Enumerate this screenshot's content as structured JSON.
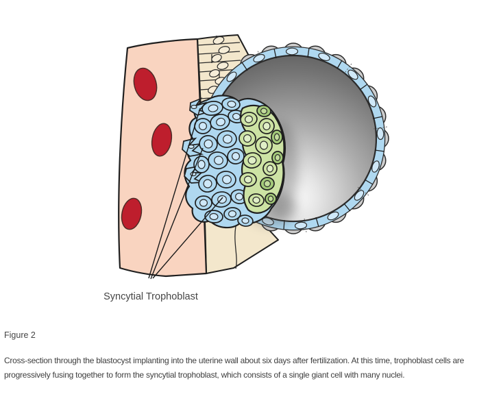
{
  "figure": {
    "diagram_label": "Syncytial Trophoblast",
    "label": "Figure 2",
    "caption": "Cross-section through the blastocyst implanting into the uterine wall about six days after fertilization. At this time, trophoblast cells are progressively fusing together to form the syncytial trophoblast, which consists of a single giant cell with many nuclei."
  },
  "colors": {
    "uterine_wall_pink": "#F9D4C0",
    "blood_vessel_red": "#BE1E2D",
    "epithelium_beige": "#F3E7CC",
    "epithelium_nucleus": "#F6EDD8",
    "trophoblast_blue": "#AFD8F0",
    "nucleus_blue": "#CFE8F8",
    "icm_green": "#CDE3A4",
    "icm_green_dark": "#A3C979",
    "nucleus_green": "#E0EFC7",
    "nucleus_green_dark": "#C2DC9B",
    "shell_gray": "#CDCDCD",
    "outline": "#1F1F1F",
    "text_gray": "#454545"
  }
}
